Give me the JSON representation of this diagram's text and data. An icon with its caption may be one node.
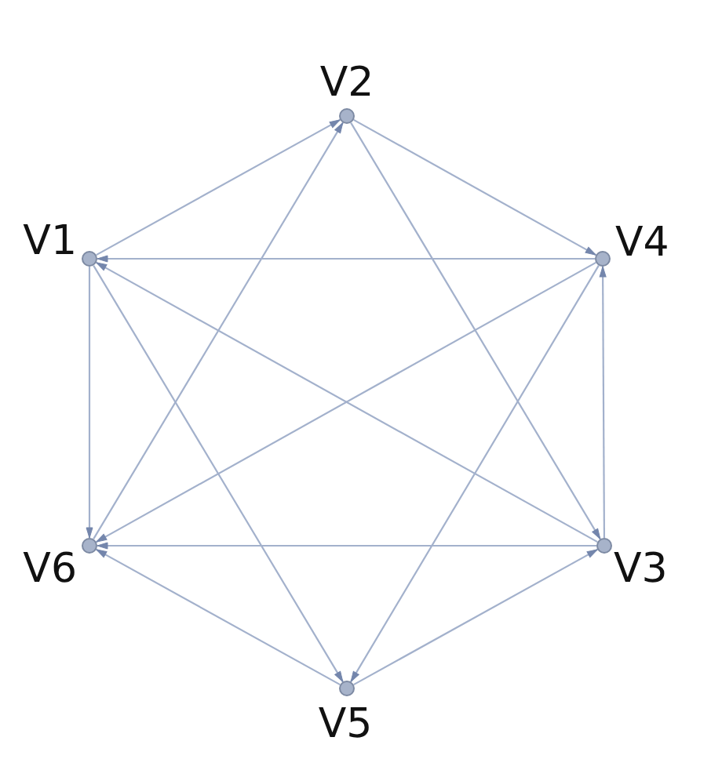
{
  "diagram": {
    "nodes": [
      {
        "text": [
          "V2"
        ]
      },
      {
        "text": [
          "V1"
        ]
      },
      {
        "text": [
          "V4"
        ]
      },
      {
        "text": [
          "V6"
        ]
      },
      {
        "text": [
          "V3"
        ]
      },
      {
        "text": [
          "V5"
        ]
      }
    ],
    "edges": [
      {
        "from": 1,
        "to": 0,
        "arrow": "to"
      },
      {
        "from": 3,
        "to": 0,
        "arrow": "to"
      },
      {
        "from": 0,
        "to": 2,
        "arrow": "to"
      },
      {
        "from": 0,
        "to": 4,
        "arrow": "to"
      },
      {
        "from": 2,
        "to": 1,
        "arrow": "to"
      },
      {
        "from": 4,
        "to": 1,
        "arrow": "to"
      },
      {
        "from": 1,
        "to": 3,
        "arrow": "to"
      },
      {
        "from": 1,
        "to": 5,
        "arrow": "to"
      },
      {
        "from": 2,
        "to": 3,
        "arrow": "to"
      },
      {
        "from": 2,
        "to": 5,
        "arrow": "to"
      },
      {
        "from": 4,
        "to": 2,
        "arrow": "to"
      },
      {
        "from": 4,
        "to": 3,
        "arrow": "to"
      },
      {
        "from": 5,
        "to": 3,
        "arrow": "to"
      },
      {
        "from": 5,
        "to": 4,
        "arrow": "to"
      }
    ]
  }
}
